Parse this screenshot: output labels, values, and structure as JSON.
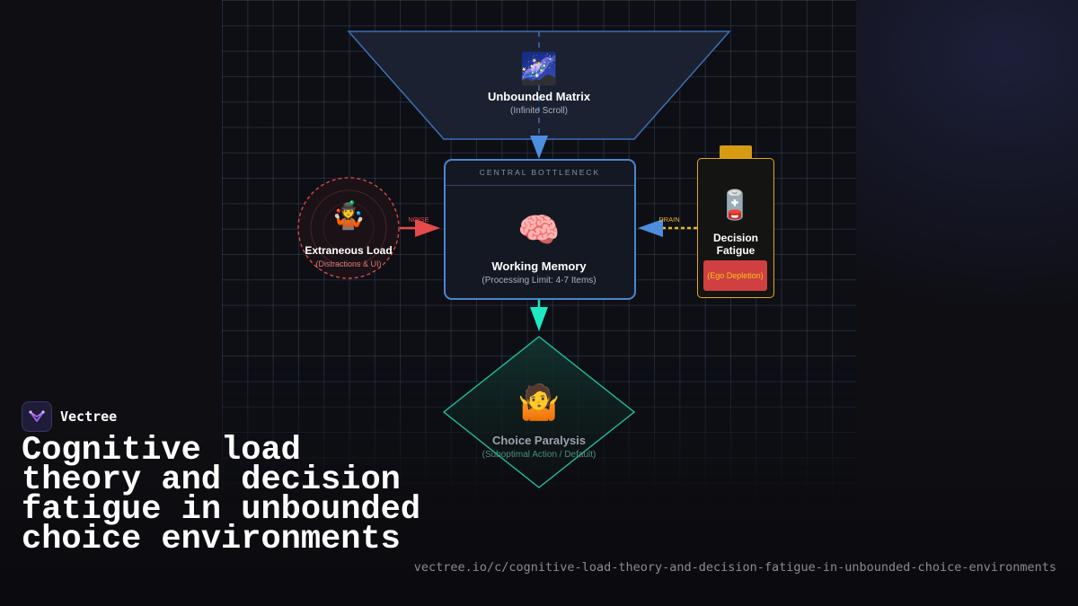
{
  "brand": {
    "name": "Vectree",
    "logo_icon": "vectree-logo-icon"
  },
  "headline": "Cognitive load theory and decision fatigue in unbounded choice environments",
  "url": "vectree.io/c/cognitive-load-theory-and-decision-fatigue-in-unbounded-choice-environments",
  "diagram": {
    "funnel": {
      "icon": "🌌",
      "title": "Unbounded Matrix",
      "subtitle": "(Infinite Scroll)"
    },
    "bottleneck": {
      "header": "CENTRAL BOTTLENECK",
      "icon": "🧠",
      "title": "Working Memory",
      "subtitle": "(Processing Limit: 4-7 Items)"
    },
    "extraneous": {
      "icon": "🤹",
      "title": "Extraneous Load",
      "subtitle": "(Distractions & UI)",
      "edge_label": "NOISE"
    },
    "fatigue": {
      "icon": "🪫",
      "title_line1": "Decision",
      "title_line2": "Fatigue",
      "badge": "(Ego Depletion)",
      "edge_label": "DRAIN"
    },
    "paralysis": {
      "icon": "🤷",
      "title": "Choice Paralysis",
      "subtitle": "(Suboptimal Action / Default)"
    }
  },
  "colors": {
    "funnel_stroke": "#3d6fb5",
    "bottleneck_stroke": "#4a86d0",
    "noise_red": "#e64a4a",
    "drain_yellow": "#f0b52a",
    "drain_arrow_blue": "#4d8ee0",
    "output_teal": "#1de9c3",
    "battery_gold": "#e2a81a"
  }
}
